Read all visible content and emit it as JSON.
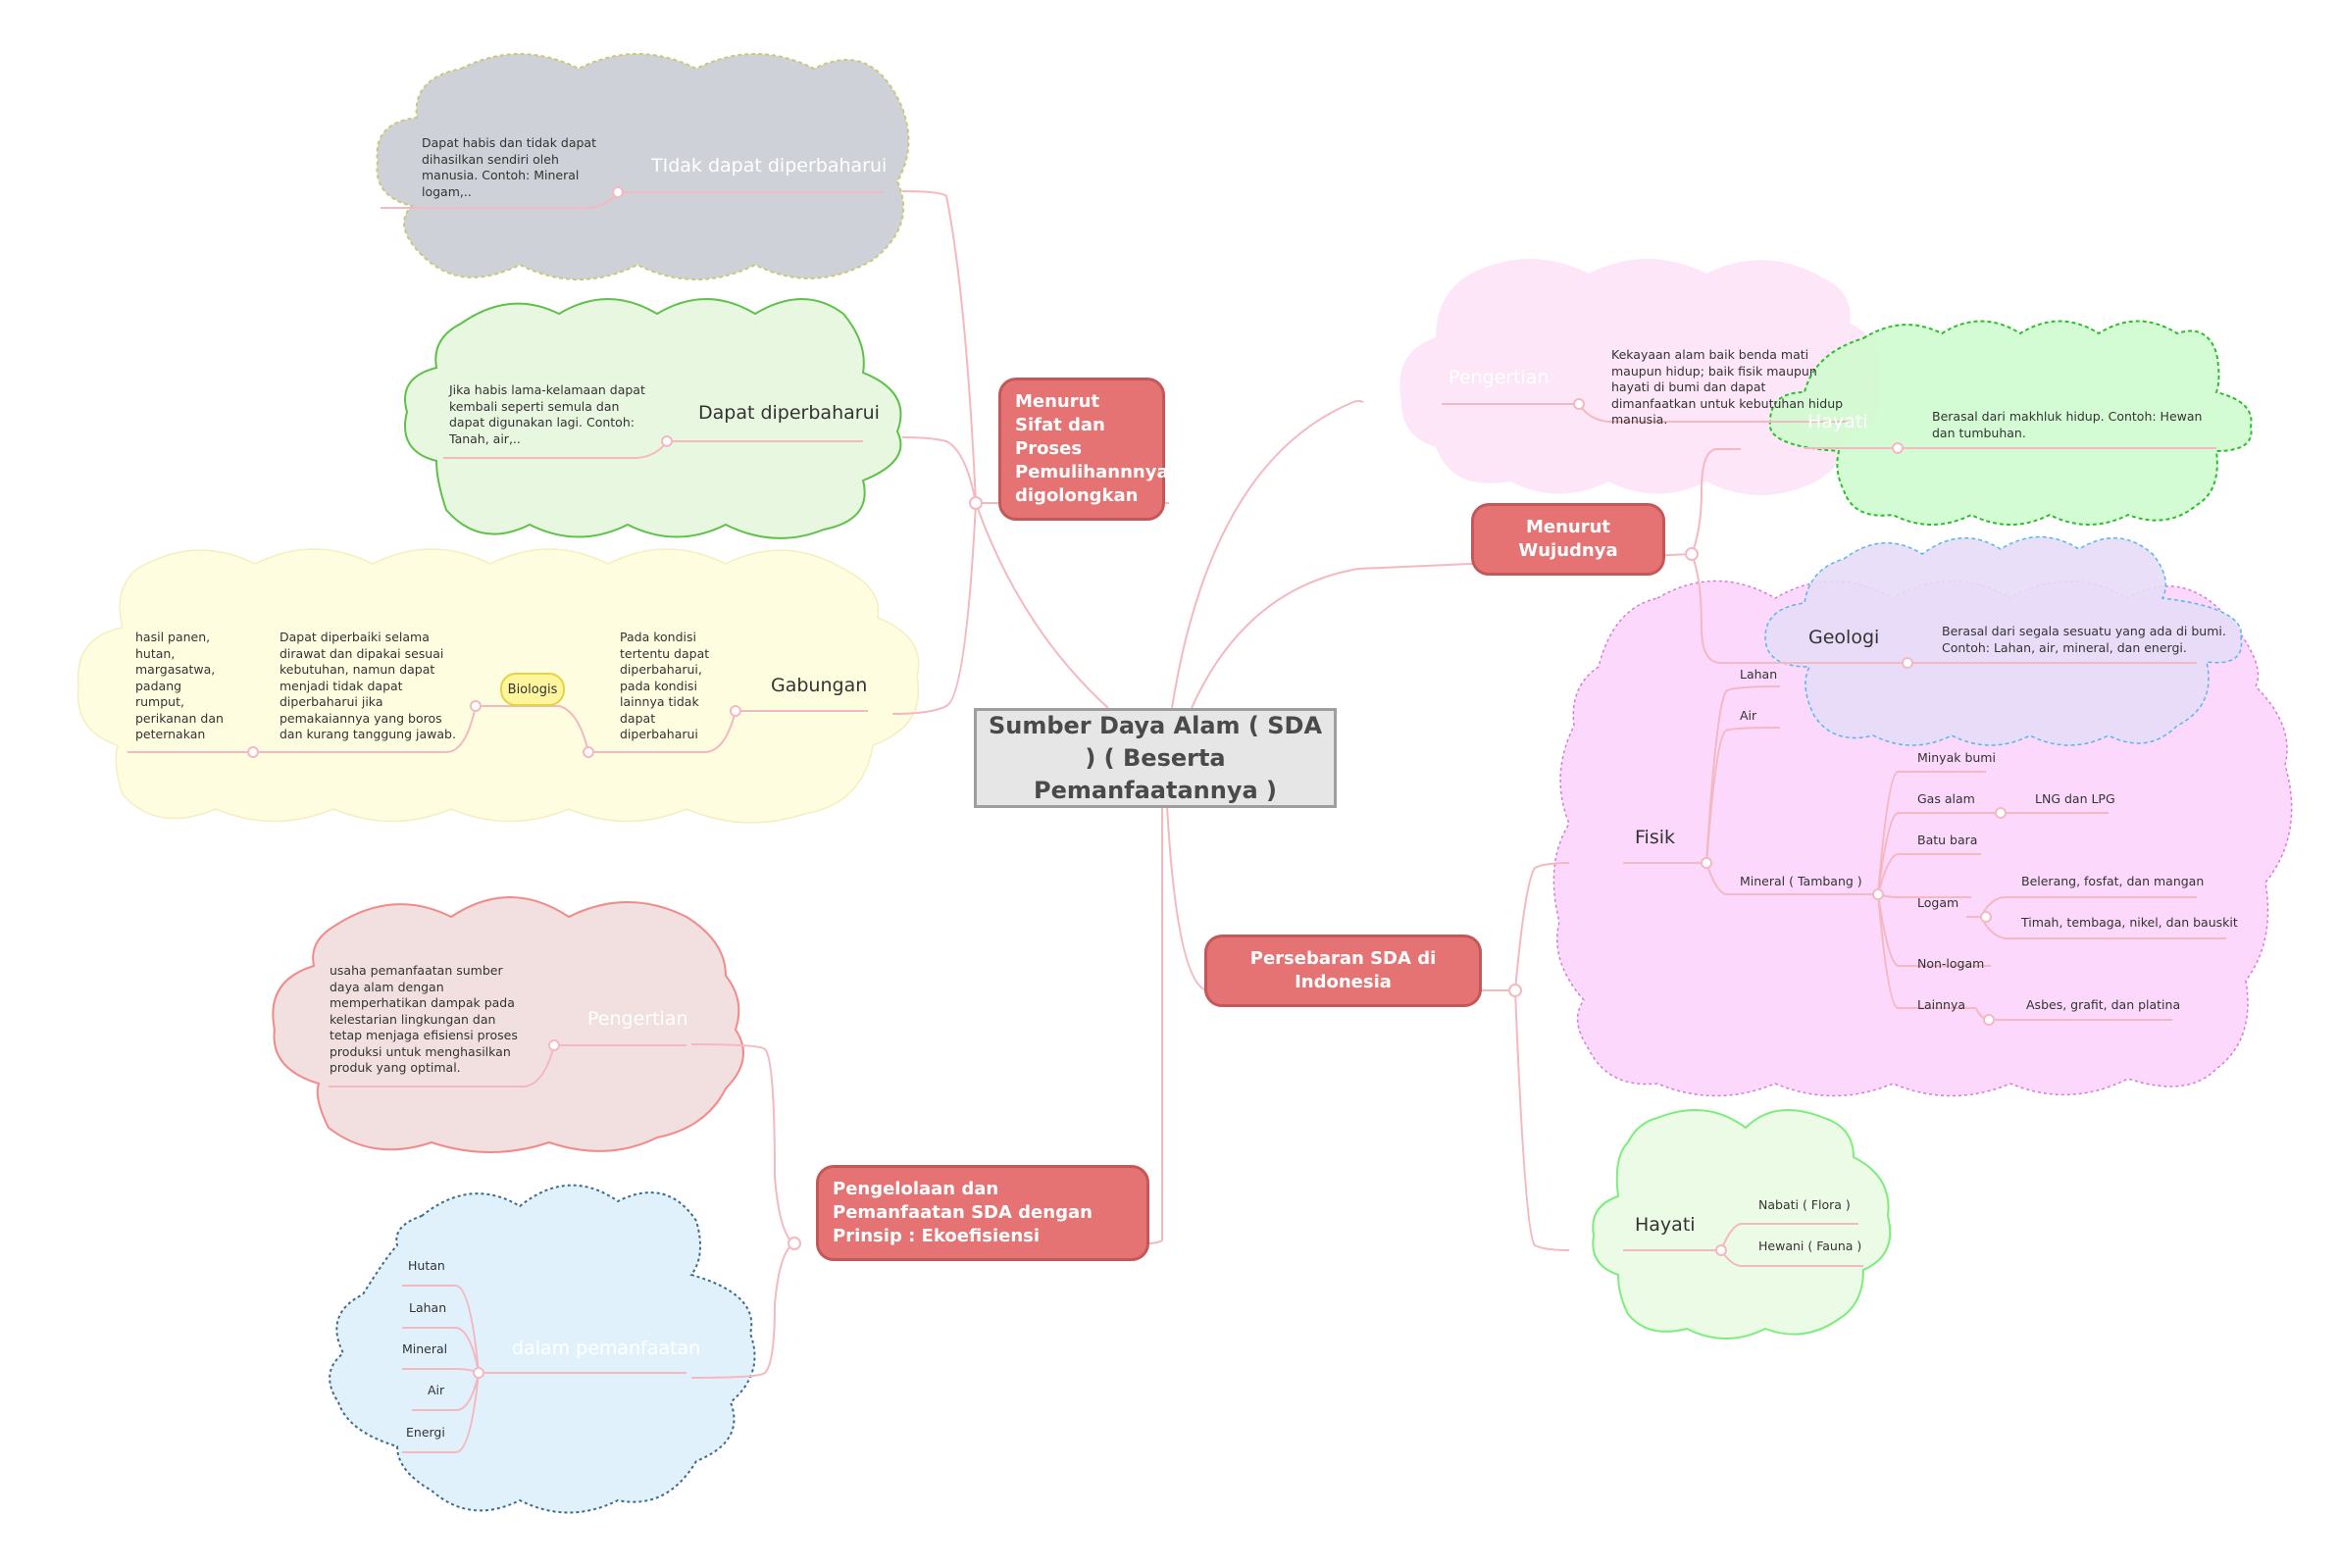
{
  "root": {
    "title": "Sumber Daya Alam ( SDA ) ( Beserta Pemanfaatannya )"
  },
  "left_top": {
    "main": "Menurut Sifat dan Proses Pemulihannnya, digolongkan",
    "tidak": {
      "title": "TIdak dapat diperbaharui",
      "desc": "Dapat habis dan tidak dapat dihasilkan sendiri oleh manusia. Contoh: Mineral logam,.."
    },
    "dapat": {
      "title": "Dapat diperbaharui",
      "desc": "Jika habis lama-kelamaan dapat kembali seperti semula dan dapat digunakan lagi. Contoh: Tanah, air,.."
    },
    "gabungan": {
      "title": "Gabungan",
      "desc": "Pada kondisi tertentu dapat diperbaharui, pada kondisi lainnya tidak dapat diperbaharui",
      "badge": "Biologis",
      "biologis_desc": "Dapat diperbaiki selama dirawat dan dipakai sesuai kebutuhan, namun dapat menjadi tidak dapat diperbaharui jika pemakaiannya yang boros dan kurang tanggung jawab.",
      "examples": "hasil panen, hutan, margasatwa, padang rumput, perikanan dan peternakan"
    }
  },
  "left_bottom": {
    "main": "Pengelolaan dan Pemanfaatan SDA dengan Prinsip : Ekoefisiensi",
    "pengertian": {
      "title": "Pengertian",
      "desc": "usaha pemanfaatan sumber daya alam dengan memperhatikan dampak pada kelestarian lingkungan dan tetap menjaga efisiensi proses produksi untuk menghasilkan produk yang optimal."
    },
    "dalam": {
      "title": "dalam pemanfaatan",
      "items": [
        "Hutan",
        "Lahan",
        "Mineral",
        "Air",
        "Energi"
      ]
    }
  },
  "right_top": {
    "main": "Menurut Wujudnya",
    "pengertian": {
      "title": "Pengertian",
      "desc": "Kekayaan alam baik benda mati maupun hidup; baik fisik maupun hayati di bumi dan dapat dimanfaatkan untuk kebutuhan hidup manusia."
    },
    "hayati": {
      "title": "Hayati",
      "desc": "Berasal dari makhluk hidup. Contoh: Hewan dan tumbuhan."
    },
    "geologi": {
      "title": "Geologi",
      "desc": "Berasal dari segala sesuatu yang ada di bumi. Contoh: Lahan, air, mineral, dan energi."
    }
  },
  "right_bottom": {
    "main": "Persebaran SDA di Indonesia",
    "fisik": {
      "title": "Fisik",
      "lahan": "Lahan",
      "air": "Air",
      "mineral": "Mineral ( Tambang )",
      "minyak": "Minyak bumi",
      "gas": "Gas alam",
      "lng": "LNG dan LPG",
      "batu": "Batu bara",
      "logam": "Logam",
      "belerang": "Belerang, fosfat, dan mangan",
      "timah": "Timah, tembaga, nikel, dan bauskit",
      "nonlogam": "Non-logam",
      "lainnya": "Lainnya",
      "asbes": "Asbes, grafit, dan platina"
    },
    "hayati": {
      "title": "Hayati",
      "nabati": "Nabati ( Flora )",
      "hewani": "Hewani ( Fauna )"
    }
  },
  "colors": {
    "main": "#e57373",
    "connector": "#f4b8c0",
    "cloud_gray": "#cfd1d8",
    "cloud_green": "#e8f7e0",
    "cloud_yellow": "#fffde0",
    "cloud_pink": "#f2e0e0",
    "cloud_blue": "#e1f1fb",
    "cloud_magenta": "#fcd9fc",
    "cloud_bright_green": "#ccfccc"
  }
}
